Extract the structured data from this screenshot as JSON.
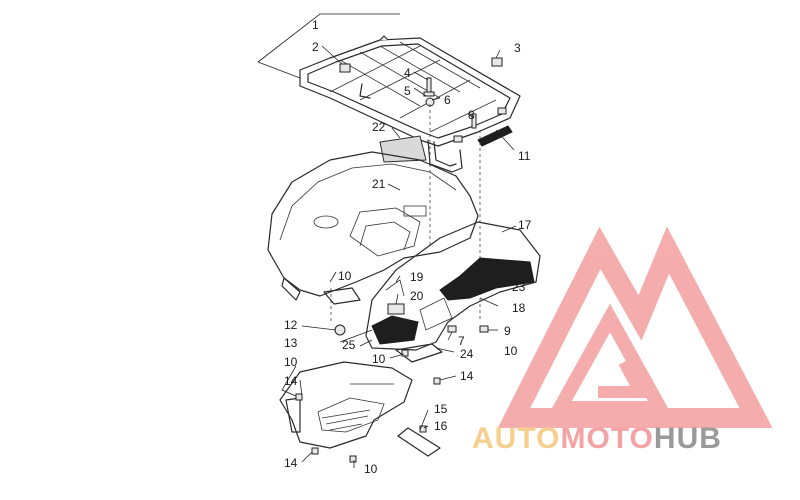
{
  "diagram": {
    "callouts": [
      {
        "id": "c1",
        "label": "1"
      },
      {
        "id": "c2",
        "label": "2"
      },
      {
        "id": "c3",
        "label": "3"
      },
      {
        "id": "c4",
        "label": "4"
      },
      {
        "id": "c5",
        "label": "5"
      },
      {
        "id": "c6",
        "label": "6"
      },
      {
        "id": "c8",
        "label": "8"
      },
      {
        "id": "c11",
        "label": "11"
      },
      {
        "id": "c22",
        "label": "22"
      },
      {
        "id": "c21",
        "label": "21"
      },
      {
        "id": "c17",
        "label": "17"
      },
      {
        "id": "c10a",
        "label": "10"
      },
      {
        "id": "c19",
        "label": "19"
      },
      {
        "id": "c20",
        "label": "20"
      },
      {
        "id": "c23",
        "label": "23"
      },
      {
        "id": "c18",
        "label": "18"
      },
      {
        "id": "c12",
        "label": "12"
      },
      {
        "id": "c7",
        "label": "7"
      },
      {
        "id": "c9",
        "label": "9"
      },
      {
        "id": "c10b",
        "label": "10"
      },
      {
        "id": "c13",
        "label": "13"
      },
      {
        "id": "c25",
        "label": "25"
      },
      {
        "id": "c10c",
        "label": "10"
      },
      {
        "id": "c24",
        "label": "24"
      },
      {
        "id": "c10d",
        "label": "10"
      },
      {
        "id": "c14a",
        "label": "14"
      },
      {
        "id": "c14b",
        "label": "14"
      },
      {
        "id": "c15",
        "label": "15"
      },
      {
        "id": "c16",
        "label": "16"
      },
      {
        "id": "c14c",
        "label": "14"
      },
      {
        "id": "c10e",
        "label": "10"
      }
    ]
  },
  "watermark": {
    "word_part1": "AUTO",
    "word_part2": "MOTO",
    "word_part3": "HUB",
    "color_part1": "#f6cf8f",
    "color_part2": "#f3a3a3",
    "color_part3": "#9a9a9a",
    "logo_color": "#f4a4a4"
  }
}
